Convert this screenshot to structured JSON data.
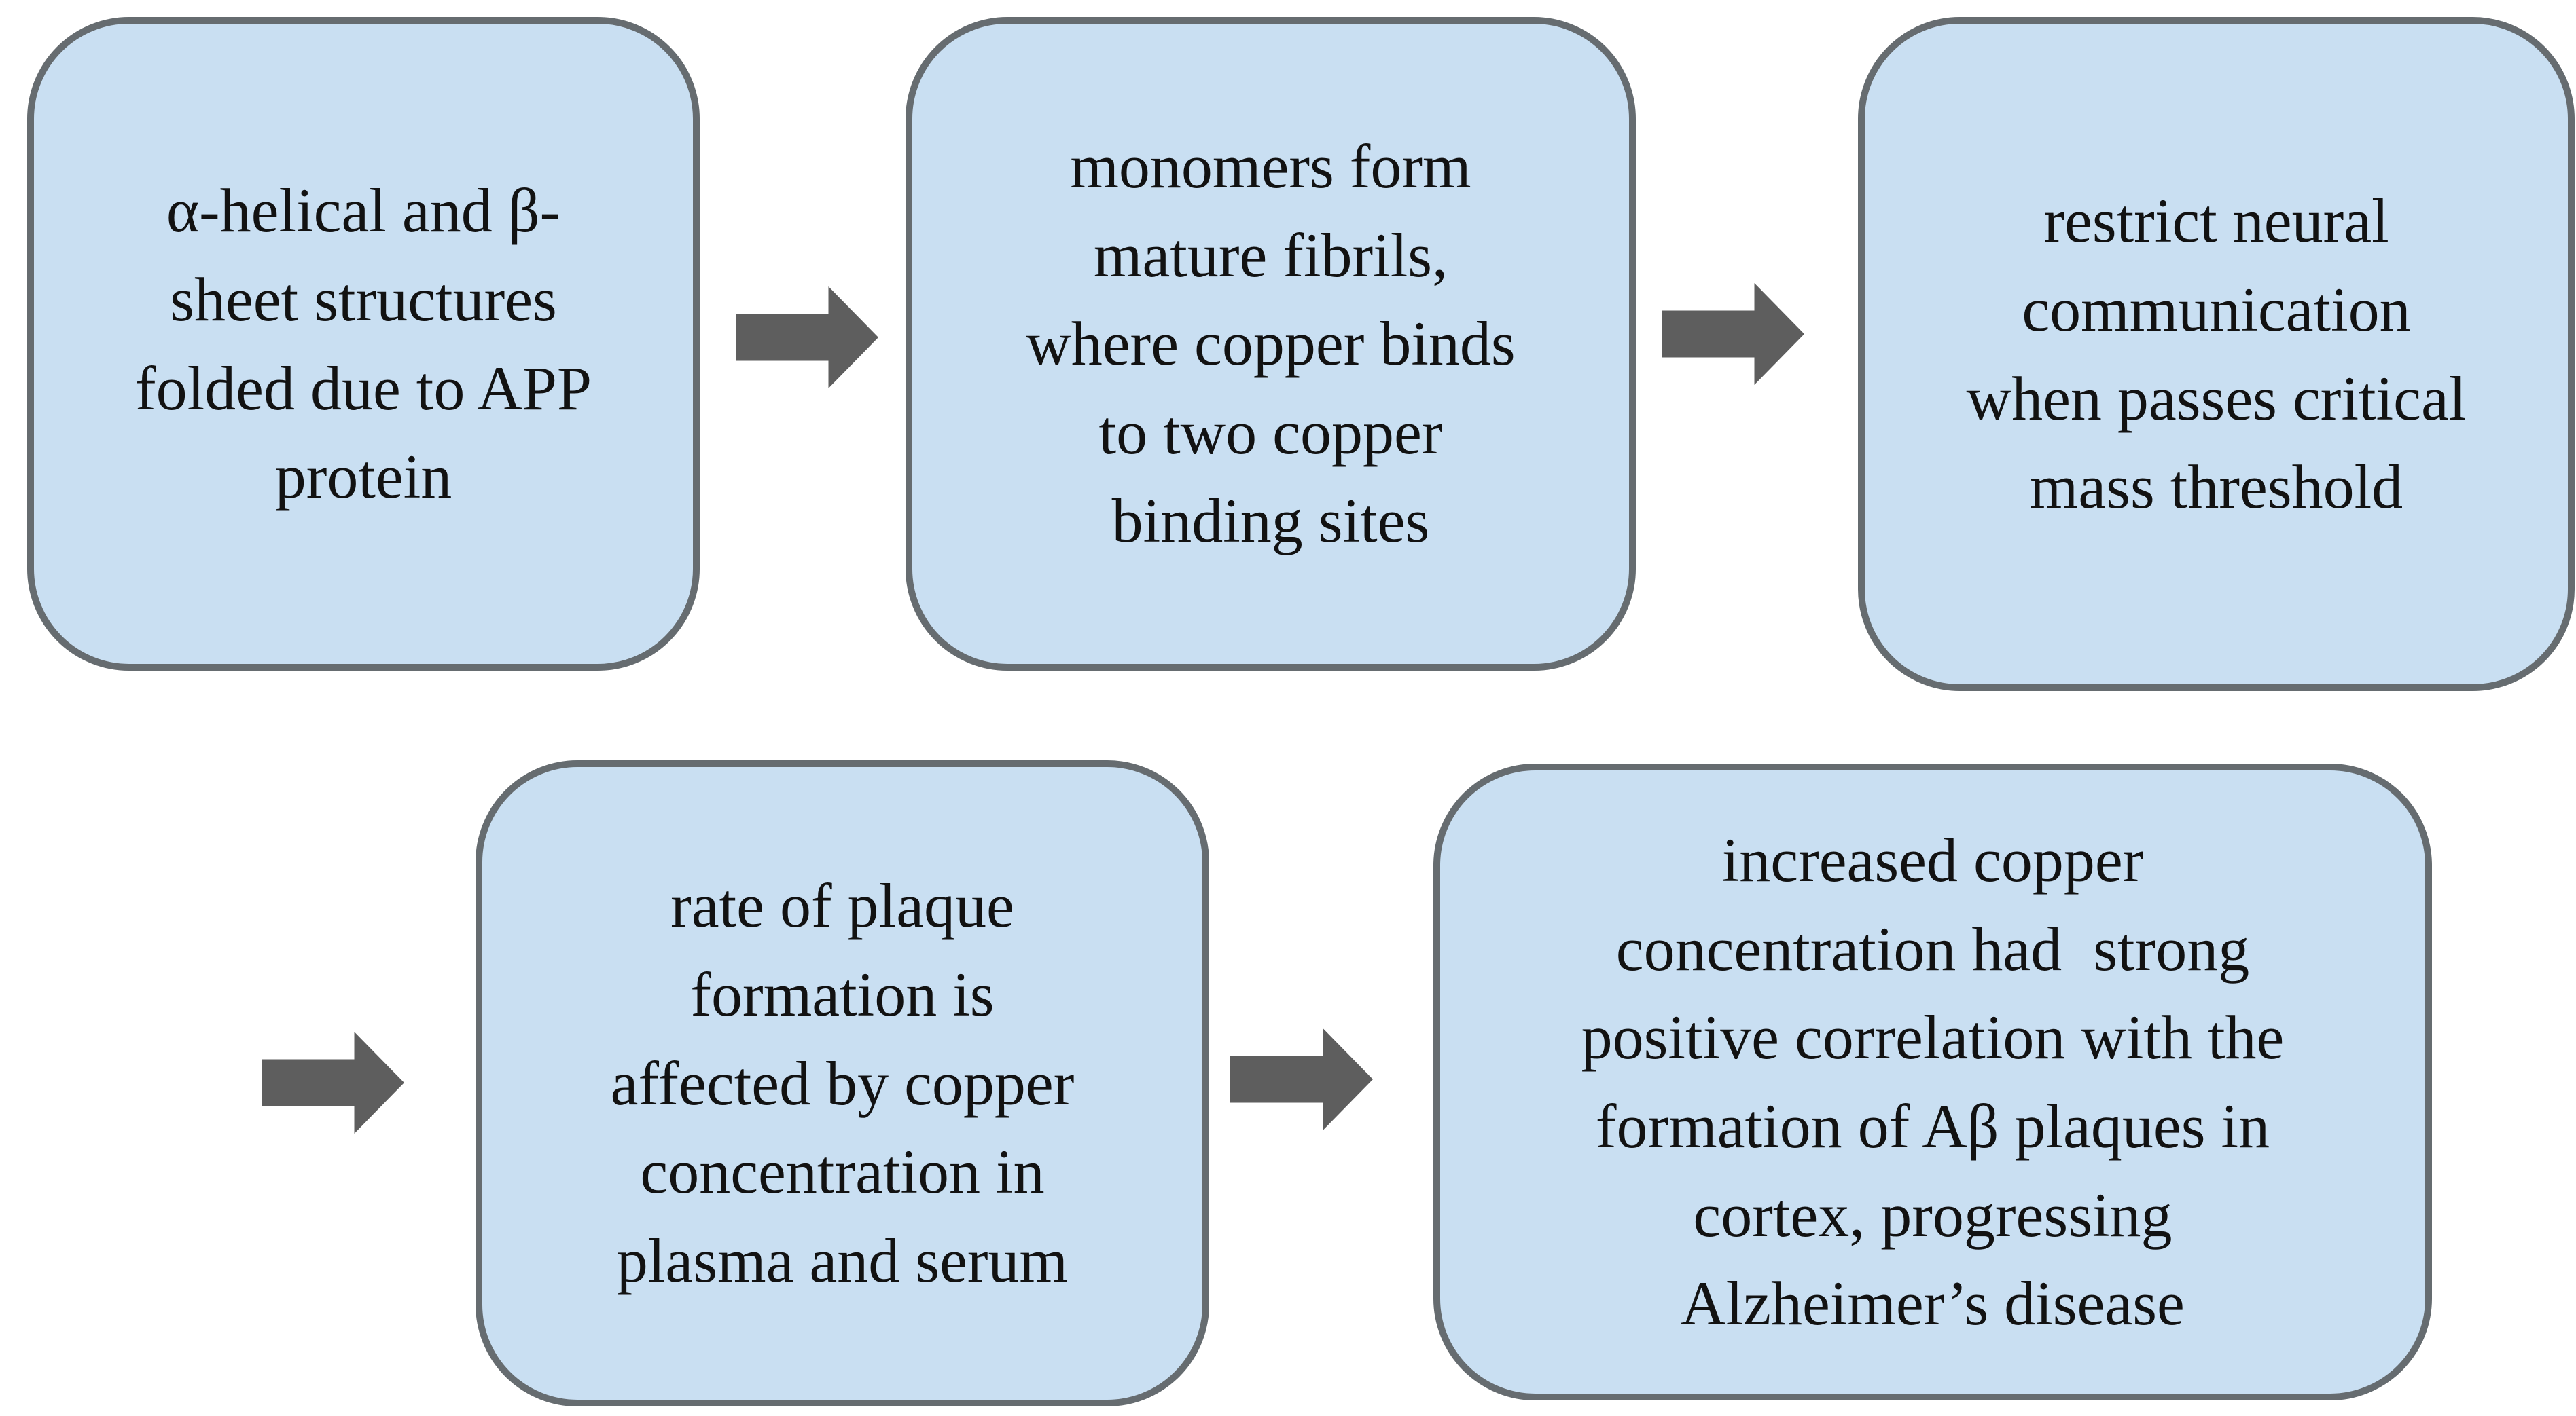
{
  "palette": {
    "background": "#ffffff",
    "box_fill": "#c9dff2",
    "box_border": "#666c70",
    "arrow": "#5e5e5e",
    "text": "#121212"
  },
  "flowchart": {
    "description": "Flow of amyloid-beta plaque formation and copper correlation in Alzheimer's disease",
    "boxes": [
      {
        "name": "app-folding",
        "text": "α-helical and β-\nsheet structures\nfolded due to APP\nprotein"
      },
      {
        "name": "fibril-copper-binding",
        "text": "monomers form\nmature fibrils,\nwhere copper binds\nto two copper\nbinding sites"
      },
      {
        "name": "neural-restriction",
        "text": "restrict neural\ncommunication\nwhen passes critical\nmass threshold"
      },
      {
        "name": "plaque-rate-copper",
        "text": "rate of plaque\nformation is\naffected by copper\nconcentration in\nplasma and serum"
      },
      {
        "name": "copper-correlation",
        "text": "increased copper\nconcentration had  strong\npositive correlation with the\nformation of Aβ plaques in\ncortex, progressing\nAlzheimer’s disease"
      }
    ],
    "arrows": [
      {
        "name": "arrow-app-to-fibrils",
        "direction": "right"
      },
      {
        "name": "arrow-fibrils-to-neural",
        "direction": "right"
      },
      {
        "name": "arrow-row-continuation",
        "direction": "right"
      },
      {
        "name": "arrow-rate-to-correlation",
        "direction": "right"
      }
    ]
  }
}
